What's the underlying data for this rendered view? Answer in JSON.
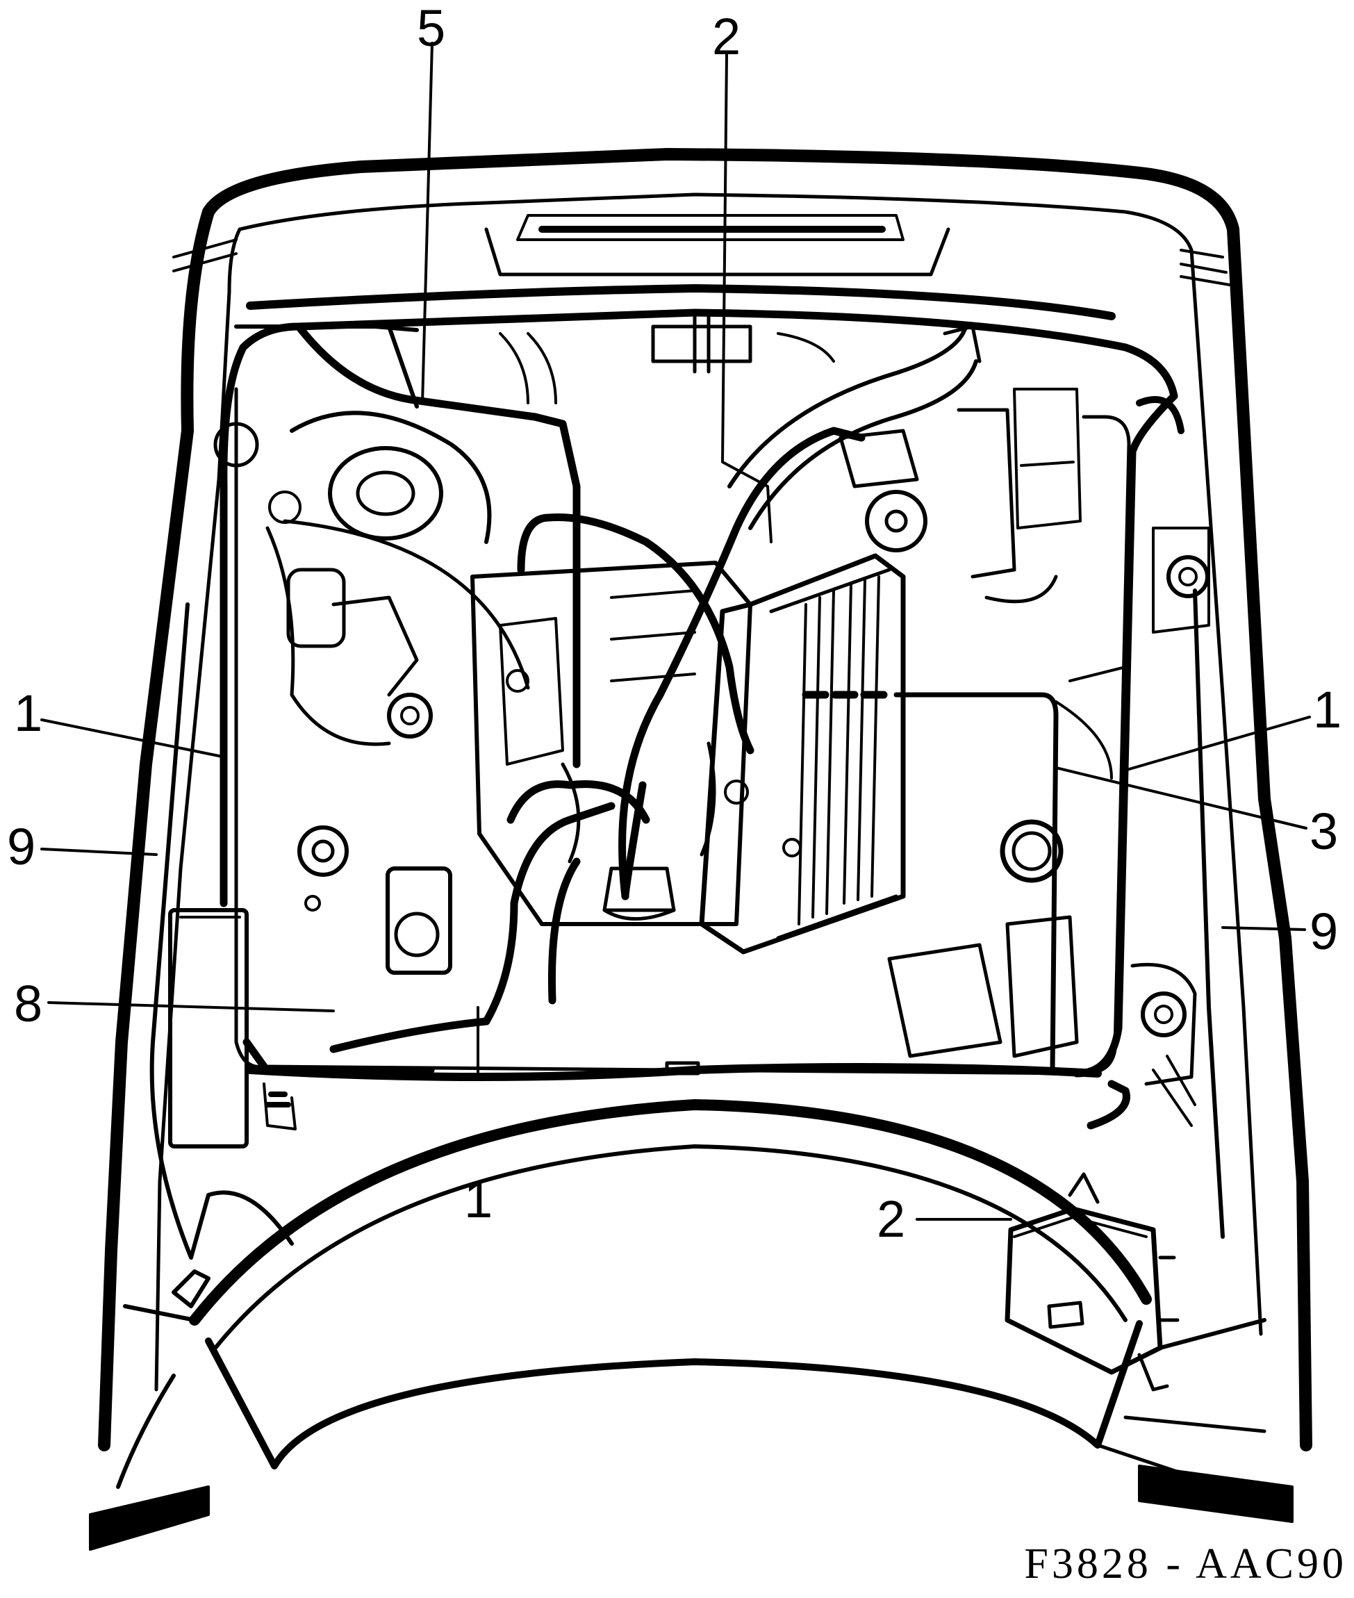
{
  "callouts": {
    "c5": "5",
    "c2_top": "2",
    "c1_left": "1",
    "c1_right": "1",
    "c9_left": "9",
    "c3": "3",
    "c9_right": "9",
    "c8": "8",
    "c1_bottom": "1",
    "c2_bottom": "2"
  },
  "figure_code": "F3828 - AAC90",
  "colors": {
    "ink": "#000000",
    "paper": "#ffffff"
  }
}
